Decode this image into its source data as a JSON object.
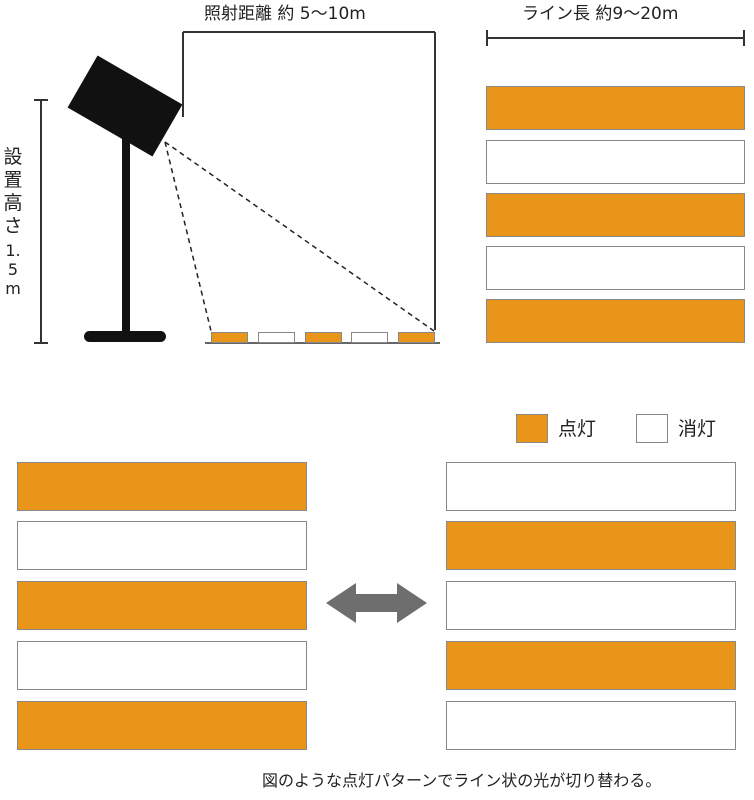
{
  "labels": {
    "distance": "照射距離 約 5〜10m",
    "line_length": "ライン長 約9〜20m",
    "height_chars": [
      "設",
      "置",
      "高",
      "さ"
    ],
    "height_value": [
      "1.",
      "5",
      "m"
    ],
    "legend_on": "点灯",
    "legend_off": "消灯",
    "caption": "図のような点灯パターンでライン状の光が切り替わる。"
  },
  "colors": {
    "on": "#E8951A",
    "off": "#FFFFFF",
    "outline": "#888888",
    "projector": "#111111",
    "arrow": "#6E6E6E"
  },
  "patterns": {
    "top_right": [
      "on",
      "off",
      "on",
      "off",
      "on"
    ],
    "floor": [
      "on",
      "off",
      "on",
      "off",
      "on"
    ],
    "bottom_left": [
      "on",
      "off",
      "on",
      "off",
      "on"
    ],
    "bottom_right": [
      "off",
      "on",
      "off",
      "on",
      "off"
    ]
  },
  "icons": {
    "projector": "projector-icon",
    "swap_arrow": "double-arrow-icon"
  }
}
